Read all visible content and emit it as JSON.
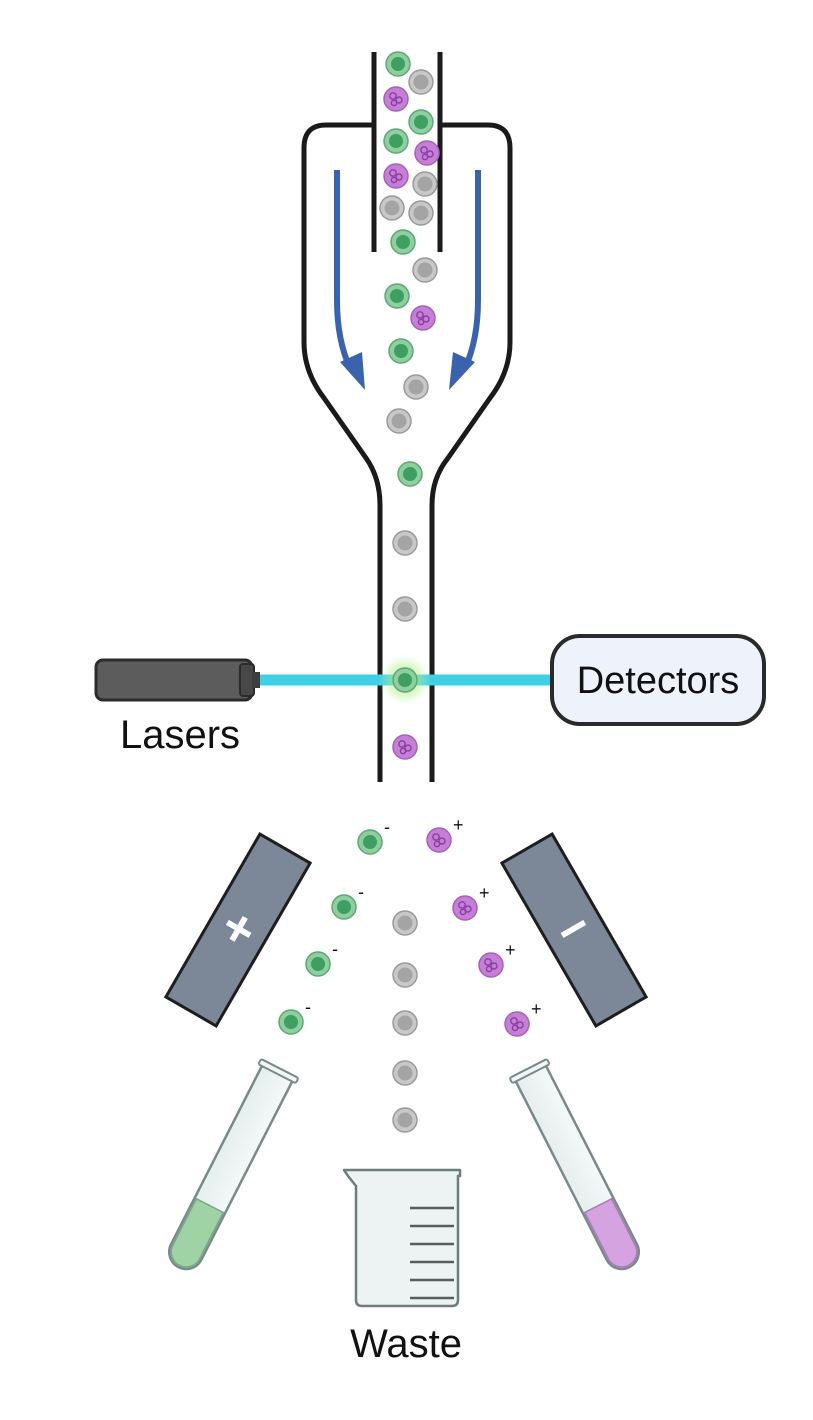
{
  "labels": {
    "lasers": "Lasers",
    "detectors": "Detectors",
    "waste": "Waste"
  },
  "deflection_plates": {
    "left_symbol": "+",
    "right_symbol": "−"
  },
  "droplet_charges": {
    "green": "-",
    "purple": "+"
  },
  "colors": {
    "flow_arrow": "#3a63ad",
    "laser_beam": "#3fd0e6",
    "laser_body": "#5c5c5c",
    "plate": "#7c8798",
    "cell_green_fill": "#8fcf9f",
    "cell_green_core": "#3f9e61",
    "cell_gray_fill": "#c8c8c8",
    "cell_gray_core": "#a4a4a4",
    "cell_purple_fill": "#c57fd6",
    "detector_box": "#eef2fb",
    "liquid_green": "#9fd3a6",
    "liquid_purple": "#d4a3e0"
  },
  "icons": [
    "laser-icon",
    "detector-box",
    "deflection-plate-positive",
    "deflection-plate-negative",
    "test-tube-icon",
    "beaker-icon",
    "cell-icon"
  ]
}
